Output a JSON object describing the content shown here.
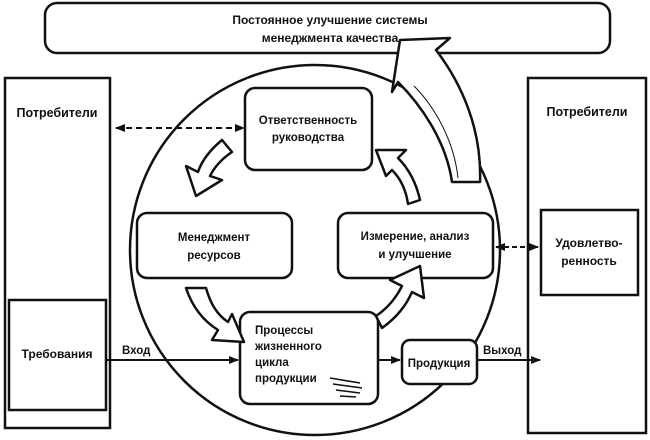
{
  "top_banner": {
    "line1": "Постоянное улучшение системы",
    "line2": "менеджмента качества"
  },
  "left_column": {
    "title": "Потребители",
    "box": "Требования"
  },
  "right_column": {
    "title": "Потребители",
    "box_line1": "Удовлетво-",
    "box_line2": "ренность"
  },
  "blocks": {
    "responsibility": {
      "line1": "Ответственность",
      "line2": "руководства"
    },
    "resources": {
      "line1": "Менеджмент",
      "line2": "ресурсов"
    },
    "measurement": {
      "line1": "Измерение, анализ",
      "line2": "и улучшение"
    },
    "processes": {
      "line1": "Процессы",
      "line2": "жизненного",
      "line3": "цикла",
      "line4": "продукции"
    },
    "product": "Продукция"
  },
  "flows": {
    "input": "Вход",
    "output": "Выход"
  },
  "colors": {
    "stroke": "#111111",
    "background": "#ffffff"
  },
  "icons": [
    "cycle-arrow-icon",
    "improvement-arrow-icon",
    "dashed-double-arrow-icon",
    "flow-arrow-icon"
  ]
}
